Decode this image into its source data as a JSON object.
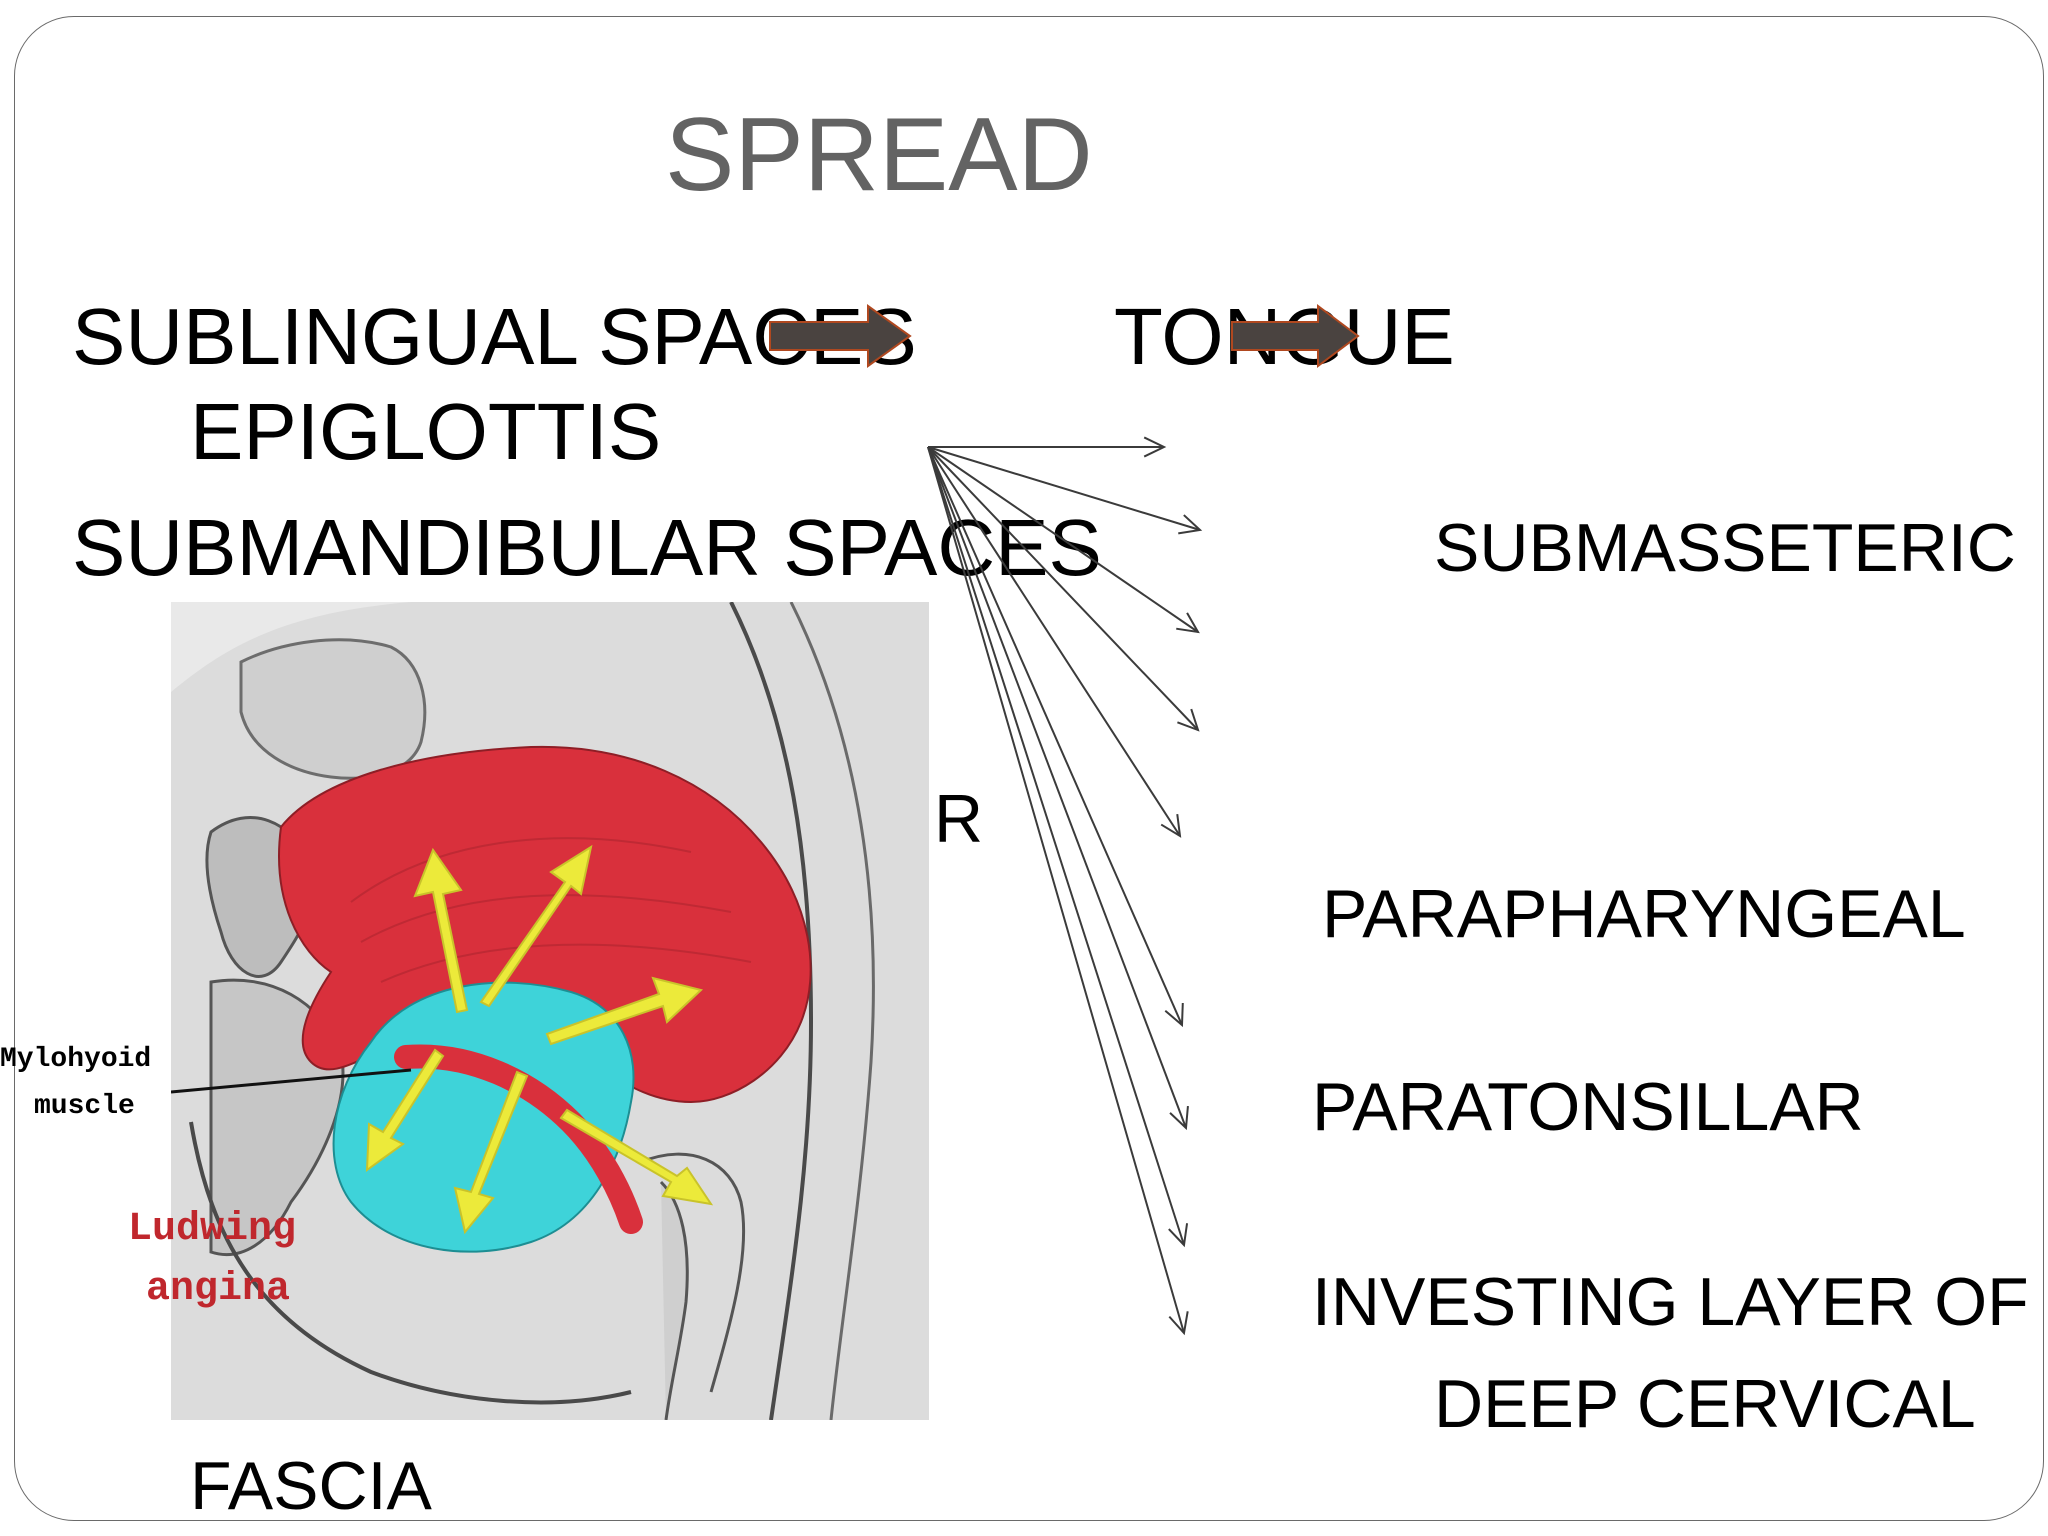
{
  "title": "SPREAD",
  "labels": {
    "sublingual": "SUBLINGUAL SPACES",
    "tongue": "TONGUE",
    "epiglottis": "EPIGLOTTIS",
    "submandibular": "SUBMANDIBULAR SPACES",
    "submasseteric": "SUBMASSETERIC",
    "partial_r": "R",
    "parapharyngeal": "PARAPHARYNGEAL",
    "paratonsillar": "PARATONSILLAR",
    "investing_1": "INVESTING LAYER OF",
    "investing_2": "DEEP CERVICAL",
    "fascia": "FASCIA"
  },
  "figure": {
    "muscle_label_1": "Mylohyoid",
    "muscle_label_2": "muscle",
    "caption_1": "Ludwing",
    "caption_2": "angina"
  },
  "colors": {
    "title": "#636363",
    "block_arrow": "#4a4340",
    "block_arrow_outline": "#b0481f",
    "red_space": "#d9303c",
    "cyan_space": "#3ed3d9",
    "spread_arrows": "#ecea3a",
    "caption_red": "#c0272d"
  }
}
